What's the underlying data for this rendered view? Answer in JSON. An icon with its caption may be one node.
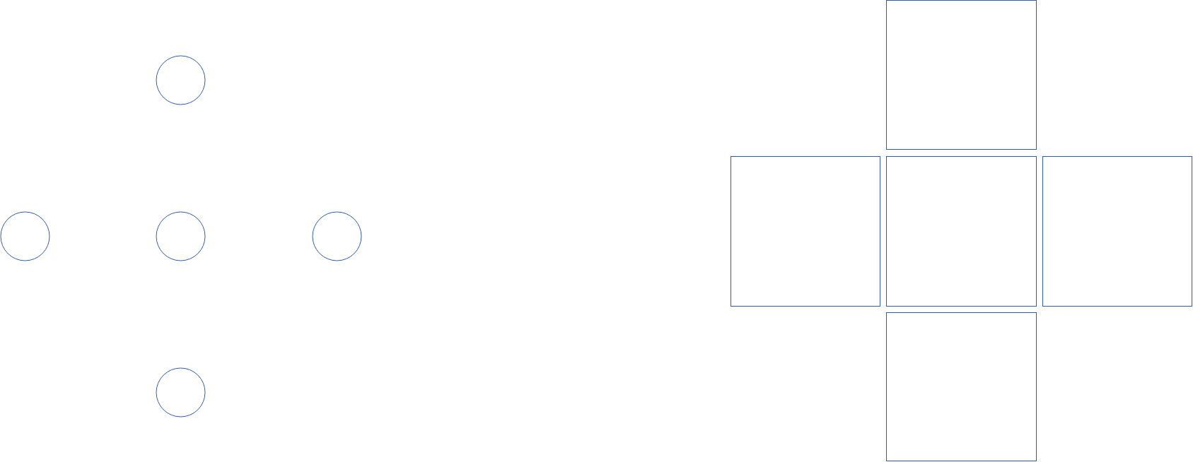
{
  "diagram": {
    "nodes": [
      {
        "text": [],
        "shape": "circle"
      },
      {
        "text": [],
        "shape": "circle"
      },
      {
        "text": [],
        "shape": "circle"
      },
      {
        "text": [],
        "shape": "circle"
      },
      {
        "text": [],
        "shape": "circle"
      },
      {
        "text": [],
        "shape": "box"
      },
      {
        "text": [],
        "shape": "box"
      },
      {
        "text": [],
        "shape": "box"
      },
      {
        "text": [],
        "shape": "box"
      },
      {
        "text": [],
        "shape": "box"
      }
    ]
  }
}
